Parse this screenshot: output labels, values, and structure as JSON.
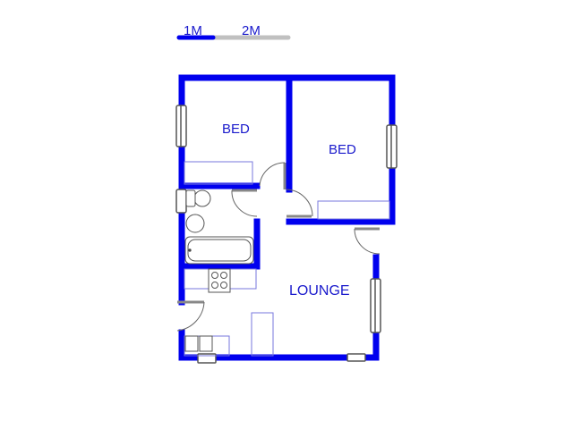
{
  "scale_bar": {
    "label_1": "1M",
    "label_2": "2M",
    "filled_color": "#0000ee",
    "empty_color": "#c0c0c0"
  },
  "rooms": [
    {
      "id": "bed-1",
      "label": "BED"
    },
    {
      "id": "bed-2",
      "label": "BED"
    },
    {
      "id": "lounge",
      "label": "LOUNGE"
    }
  ],
  "colors": {
    "wall": "#0000ee",
    "fixture": "#7777dd",
    "door": "#555555",
    "text": "#1a1acc"
  }
}
